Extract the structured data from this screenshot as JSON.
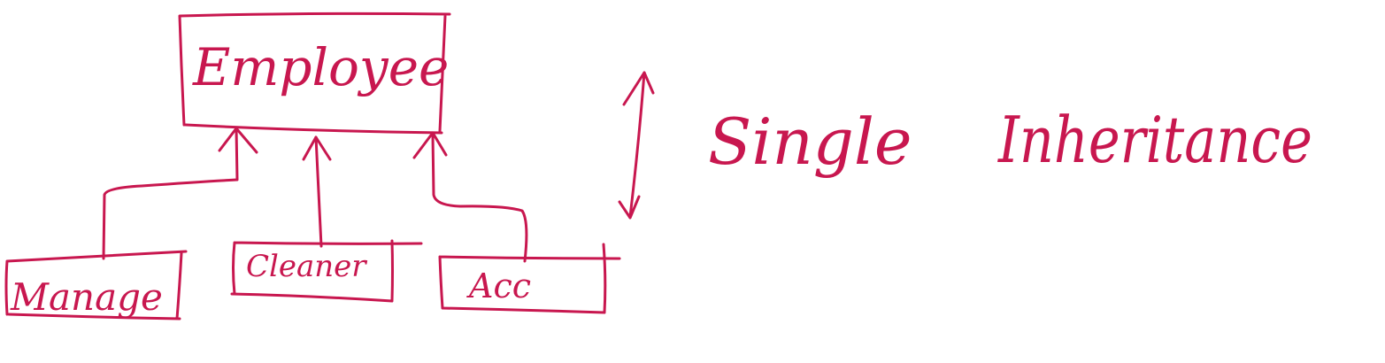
{
  "diagram": {
    "parent_class": "Employee",
    "child_classes": [
      "Manage",
      "Cleaner",
      "Acc"
    ],
    "title_word_1": "Single",
    "title_word_2": "Inheritance"
  },
  "colors": {
    "ink": "#c8174f",
    "background": "#ffffff"
  }
}
